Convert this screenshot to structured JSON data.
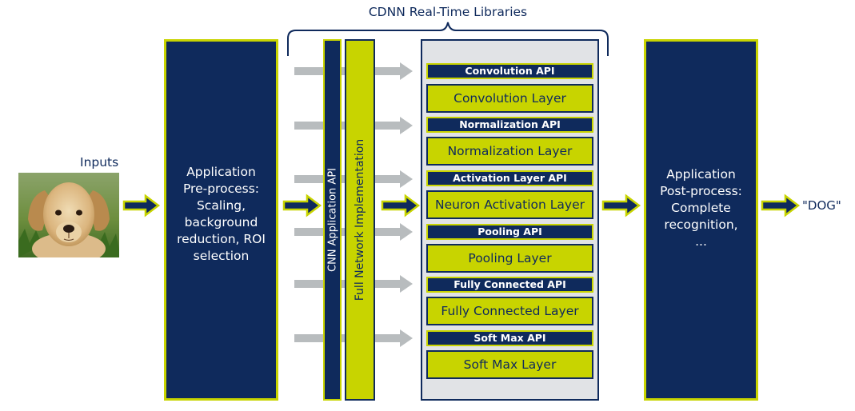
{
  "header": {
    "title": "CDNN Real-Time Libraries"
  },
  "inputs": {
    "label": "Inputs"
  },
  "preprocess": {
    "lines": [
      "Application",
      "Pre-process:",
      "Scaling,",
      "background",
      "reduction, ROI",
      "selection"
    ]
  },
  "cnn_api_bar": {
    "label": "CNN Application API"
  },
  "full_network_bar": {
    "label": "Full Network Implementation"
  },
  "library": {
    "rows": [
      {
        "api": "Convolution API",
        "layer": "Convolution Layer"
      },
      {
        "api": "Normalization API",
        "layer": "Normalization Layer"
      },
      {
        "api": "Activation Layer API",
        "layer": "Neuron Activation Layer"
      },
      {
        "api": "Pooling API",
        "layer": "Pooling Layer"
      },
      {
        "api": "Fully Connected API",
        "layer": "Fully Connected Layer"
      },
      {
        "api": "Soft Max API",
        "layer": "Soft Max Layer"
      }
    ]
  },
  "postprocess": {
    "lines": [
      "Application",
      "Post-process:",
      "Complete",
      "recognition,",
      "..."
    ]
  },
  "output": {
    "label": "\"DOG\""
  },
  "colors": {
    "navy": "#0f2a5c",
    "lime": "#c8d400",
    "panel": "#e1e3e6",
    "gray_arrow": "#b8bcbe"
  }
}
